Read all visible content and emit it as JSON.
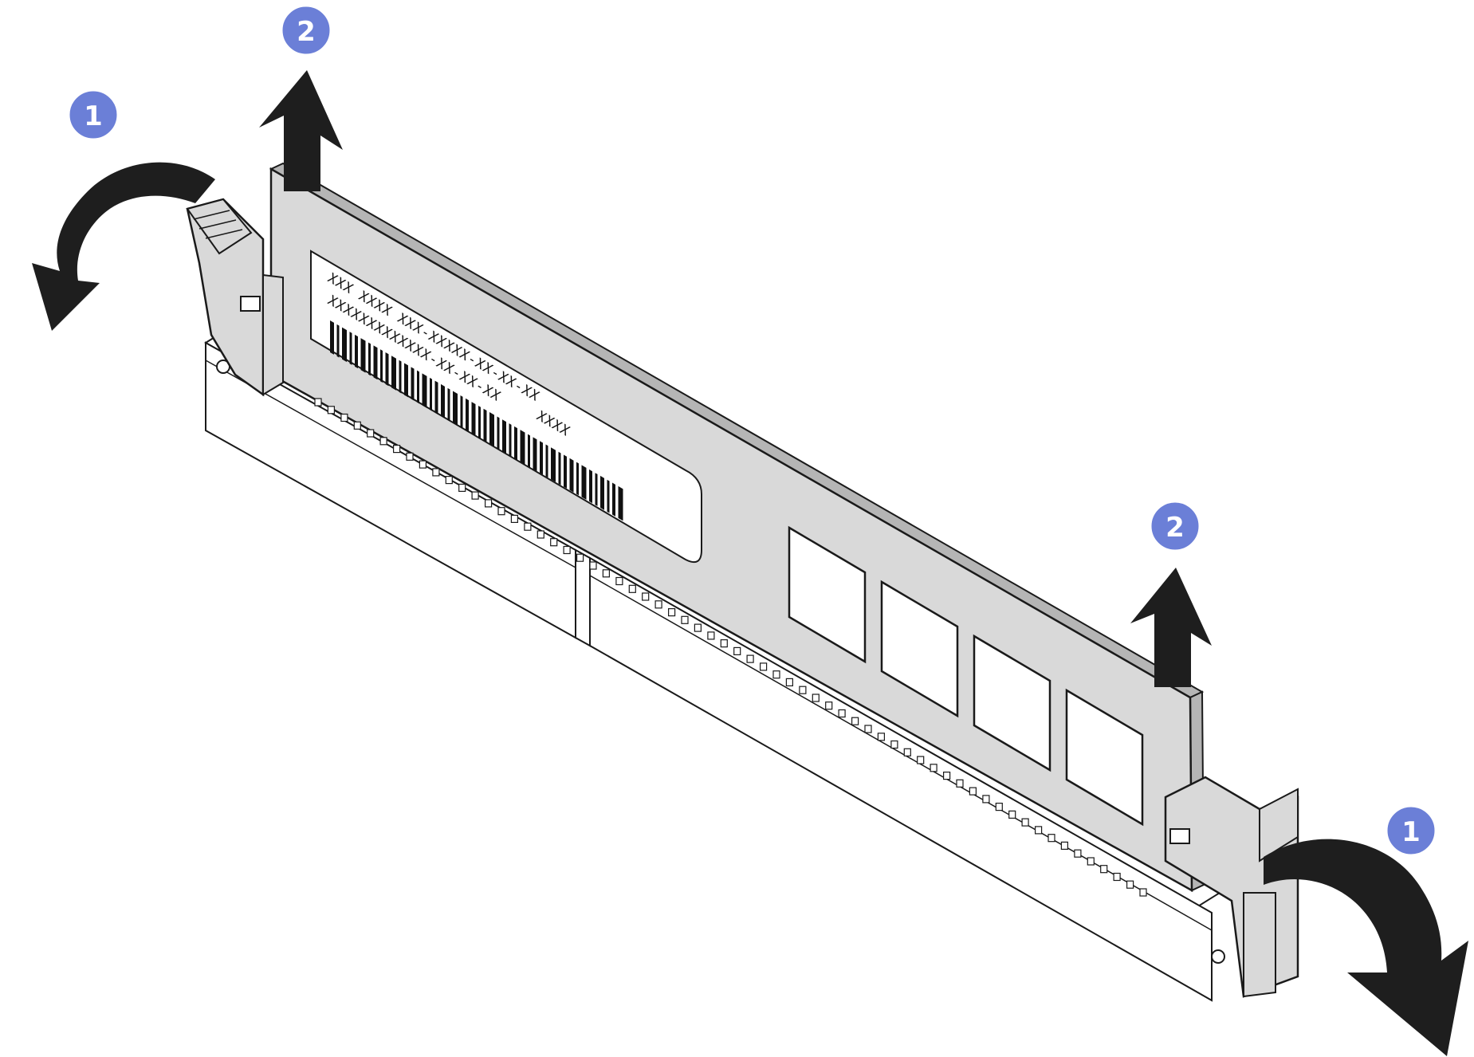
{
  "colors": {
    "module_fill": "#d9d9d9",
    "module_edge": "#b5b5b5",
    "label_fill": "#ffffff",
    "chip_fill": "#ffffff",
    "slot_fill": "#ffffff",
    "latch_fill": "#d9d9d9",
    "arrow_fill": "#1e1e1e",
    "callout_fill": "#6b7fd7",
    "outline": "#1a1a1a"
  },
  "callouts": [
    {
      "id": "latch-left",
      "text": "1"
    },
    {
      "id": "module-up-left",
      "text": "2"
    },
    {
      "id": "module-up-right",
      "text": "2"
    },
    {
      "id": "latch-right",
      "text": "1"
    }
  ],
  "module_label": {
    "line1": "XXX XXXX XXX-XXXXX-XX-XX-XX",
    "line2": "XXXXXXXXXXXXX-XX-XX-XX",
    "line3": "XXXX"
  },
  "memory_chips": 4,
  "arrows": [
    {
      "name": "rotate-open-left",
      "direction": "counterclockwise"
    },
    {
      "name": "lift-up-left",
      "direction": "up"
    },
    {
      "name": "lift-up-right",
      "direction": "up"
    },
    {
      "name": "rotate-open-right",
      "direction": "clockwise"
    }
  ]
}
